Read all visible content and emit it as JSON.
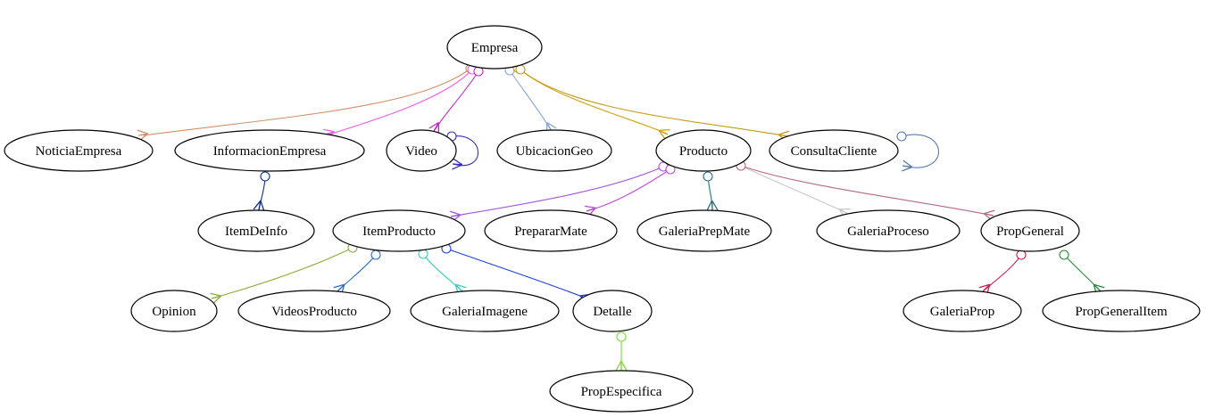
{
  "nodes": {
    "empresa": "Empresa",
    "noticia_empresa": "NoticiaEmpresa",
    "informacion_empresa": "InformacionEmpresa",
    "video": "Video",
    "ubicacion_geo": "UbicacionGeo",
    "producto": "Producto",
    "consulta_cliente": "ConsultaCliente",
    "item_de_info": "ItemDeInfo",
    "item_producto": "ItemProducto",
    "preparar_mate": "PrepararMate",
    "galeria_prep_mate": "GaleriaPrepMate",
    "galeria_proceso": "GaleriaProceso",
    "prop_general": "PropGeneral",
    "opinion": "Opinion",
    "videos_producto": "VideosProducto",
    "galeria_imagene": "GaleriaImagene",
    "detalle": "Detalle",
    "galeria_prop": "GaleriaProp",
    "prop_general_item": "PropGeneralItem",
    "prop_especifica": "PropEspecifica"
  },
  "edges": [
    {
      "from": "empresa",
      "to": "noticia_empresa",
      "color": "#d2906a"
    },
    {
      "from": "empresa",
      "to": "informacion_empresa",
      "color": "#ee5ee8"
    },
    {
      "from": "empresa",
      "to": "video",
      "color": "#c22ac4"
    },
    {
      "from": "empresa",
      "to": "ubicacion_geo",
      "color": "#8aa4d6"
    },
    {
      "from": "empresa",
      "to": "producto",
      "color": "#d4a215"
    },
    {
      "from": "empresa",
      "to": "consulta_cliente",
      "color": "#c79a18"
    },
    {
      "from": "video",
      "to": "video",
      "color": "#3a2ec0"
    },
    {
      "from": "consulta_cliente",
      "to": "consulta_cliente",
      "color": "#5a7bb0"
    },
    {
      "from": "informacion_empresa",
      "to": "item_de_info",
      "color": "#0e2f8e"
    },
    {
      "from": "producto",
      "to": "item_producto",
      "color": "#a352e0"
    },
    {
      "from": "producto",
      "to": "preparar_mate",
      "color": "#c04ad8"
    },
    {
      "from": "producto",
      "to": "galeria_prep_mate",
      "color": "#2a7080"
    },
    {
      "from": "producto",
      "to": "galeria_proceso",
      "color": "#c8c8c8"
    },
    {
      "from": "producto",
      "to": "prop_general",
      "color": "#b56b82"
    },
    {
      "from": "item_producto",
      "to": "opinion",
      "color": "#8aae3a"
    },
    {
      "from": "item_producto",
      "to": "videos_producto",
      "color": "#2a6ccc"
    },
    {
      "from": "item_producto",
      "to": "galeria_imagene",
      "color": "#35cfc0"
    },
    {
      "from": "item_producto",
      "to": "detalle",
      "color": "#1d3fe0"
    },
    {
      "from": "prop_general",
      "to": "galeria_prop",
      "color": "#cc1f55"
    },
    {
      "from": "prop_general",
      "to": "prop_general_item",
      "color": "#2e8a3a"
    },
    {
      "from": "detalle",
      "to": "prop_especifica",
      "color": "#7ed83a"
    }
  ]
}
